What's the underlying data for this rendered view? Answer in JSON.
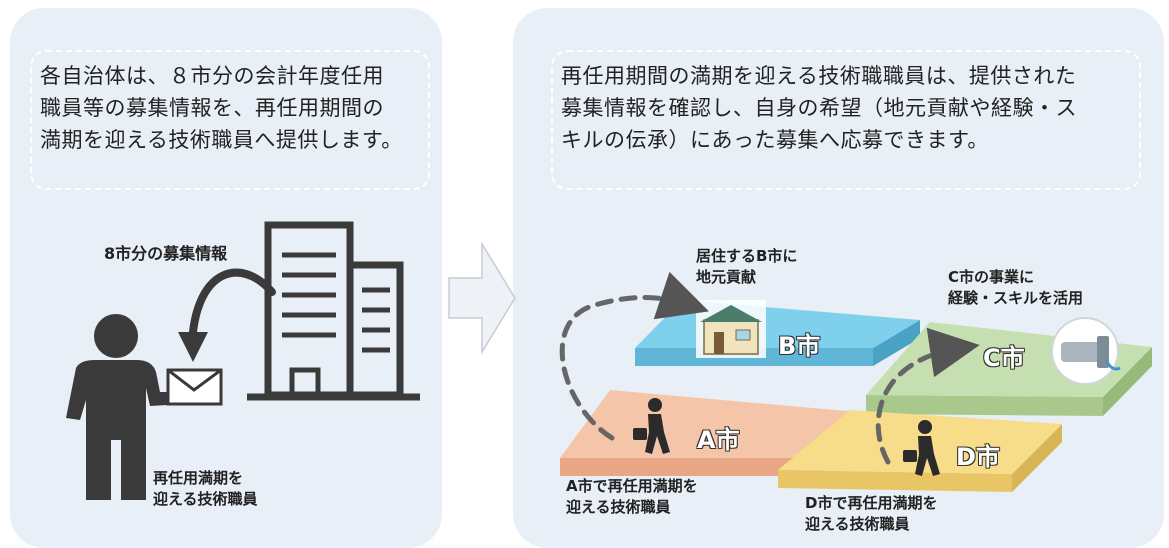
{
  "left": {
    "description_lines": [
      "各自治体は、８市分の会計年度任用",
      "職員等の募集情報を、再任用期間の",
      "満期を迎える技術職員へ提供します。"
    ],
    "info_label": "8市分の募集情報",
    "person_label_lines": [
      "再任用満期を",
      "迎える技術職員"
    ]
  },
  "right": {
    "description_lines": [
      "再任用期間の満期を迎える技術職職員は、提供された",
      "募集情報を確認し、自身の希望（地元貢献や経験・ス",
      "キルの伝承）にあった募集へ応募できます。"
    ],
    "b_city_note_lines": [
      "居住するB市に",
      "地元貢献"
    ],
    "c_city_note_lines": [
      "C市の事業に",
      "経験・スキルを活用"
    ],
    "a_city_person_lines": [
      "A市で再任用満期を",
      "迎える技術職員"
    ],
    "d_city_person_lines": [
      "D市で再任用満期を",
      "迎える技術職員"
    ],
    "cities": {
      "a": "A市",
      "b": "B市",
      "c": "C市",
      "d": "D市"
    }
  },
  "colors": {
    "panel_bg": "#e9eff7",
    "tile_a": "#f4c5a9",
    "tile_b": "#7fd0ec",
    "tile_c": "#c6dfb0",
    "tile_d": "#f7dc8a",
    "icon_dark": "#3a3a3a"
  }
}
